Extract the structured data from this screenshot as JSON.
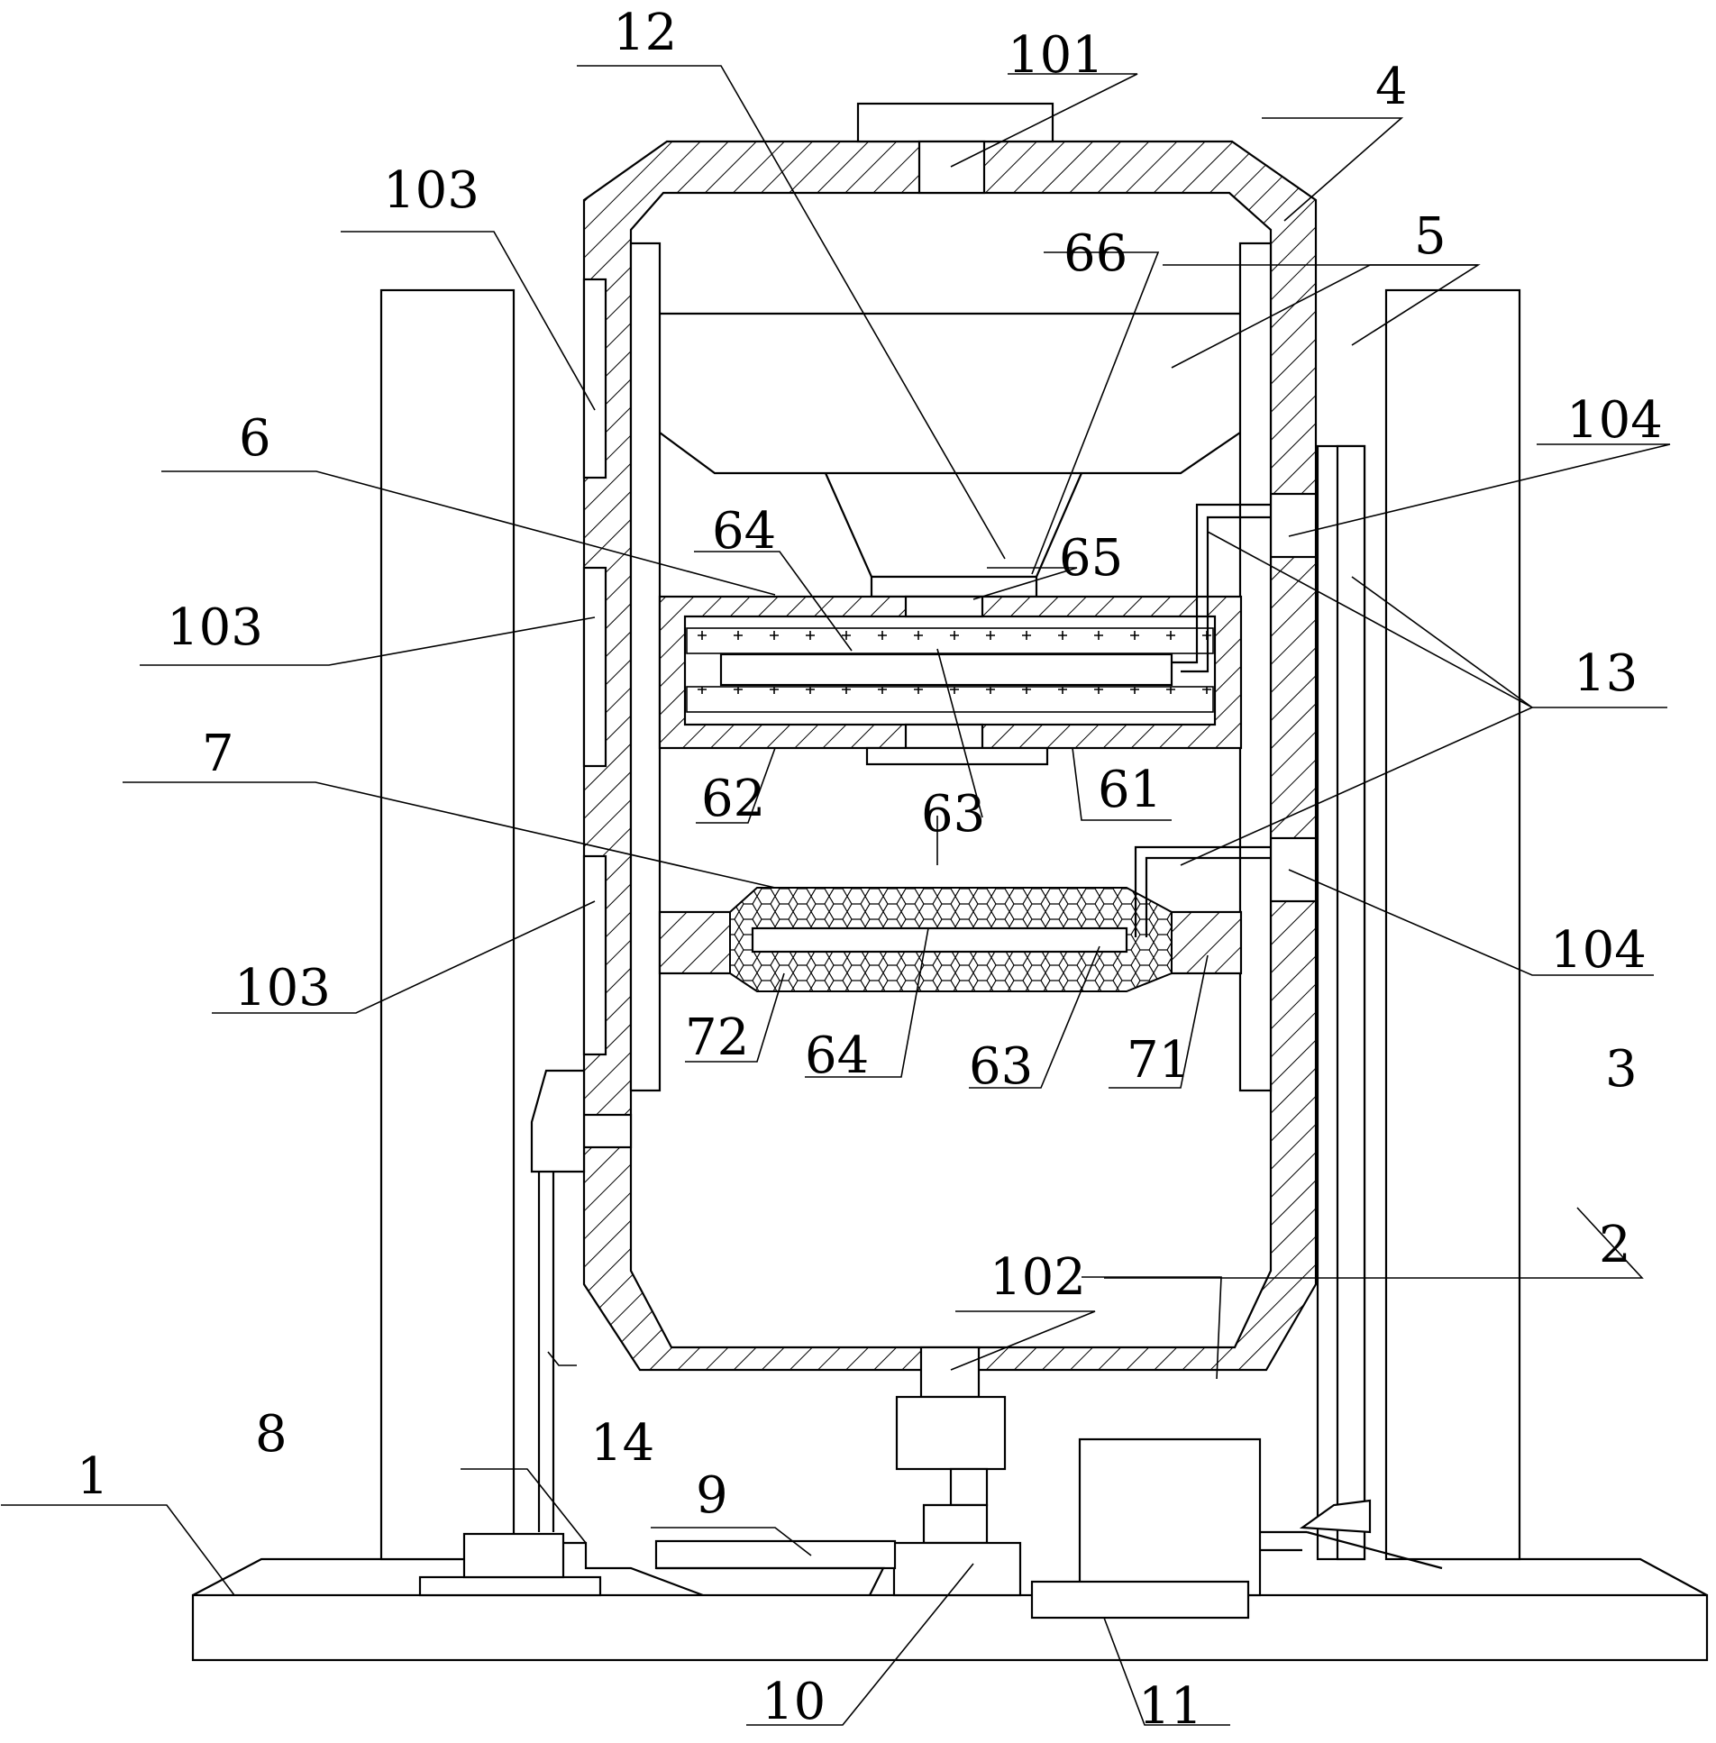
{
  "labels": {
    "l1": "1",
    "l2": "2",
    "l3": "3",
    "l4": "4",
    "l5": "5",
    "l6": "6",
    "l7": "7",
    "l8": "8",
    "l9": "9",
    "l10": "10",
    "l11": "11",
    "l12": "12",
    "l13": "13",
    "l14": "14",
    "l61": "61",
    "l62": "62",
    "l63a": "63",
    "l63b": "63",
    "l64a": "64",
    "l64b": "64",
    "l65": "65",
    "l66": "66",
    "l71": "71",
    "l72": "72",
    "l101": "101",
    "l102": "102",
    "l103a": "103",
    "l103b": "103",
    "l103c": "103",
    "l104a": "104",
    "l104b": "104"
  },
  "colors": {
    "line": "#000000",
    "background": "#ffffff"
  }
}
